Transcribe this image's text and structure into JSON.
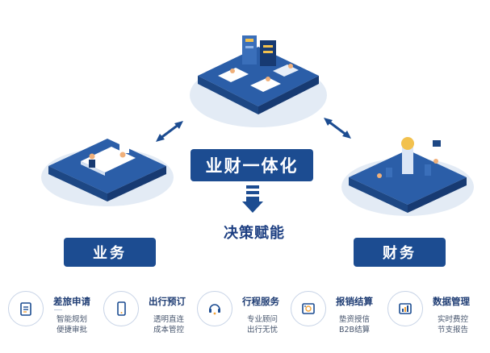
{
  "center": {
    "title": "业财一体化",
    "subtitle": "决策赋能"
  },
  "left_label": "业务",
  "right_label": "财务",
  "features": [
    {
      "title": "差旅申请",
      "lines": [
        "智能规划",
        "便捷审批"
      ],
      "icon": "clipboard-icon"
    },
    {
      "title": "出行预订",
      "lines": [
        "透明直连",
        "成本管控"
      ],
      "icon": "phone-icon"
    },
    {
      "title": "行程服务",
      "lines": [
        "专业顾问",
        "出行无忧"
      ],
      "icon": "support-icon"
    },
    {
      "title": "报销结算",
      "lines": [
        "垫资授信",
        "B2B结算"
      ],
      "icon": "invoice-icon"
    },
    {
      "title": "数据管理",
      "lines": [
        "实时费控",
        "节支报告"
      ],
      "icon": "bar-chart-icon"
    }
  ],
  "colors": {
    "navy": "#1c4c91",
    "platform_top": "#2b5ea8",
    "platform_side": "#173a72",
    "halo": "#e3ebf5"
  }
}
